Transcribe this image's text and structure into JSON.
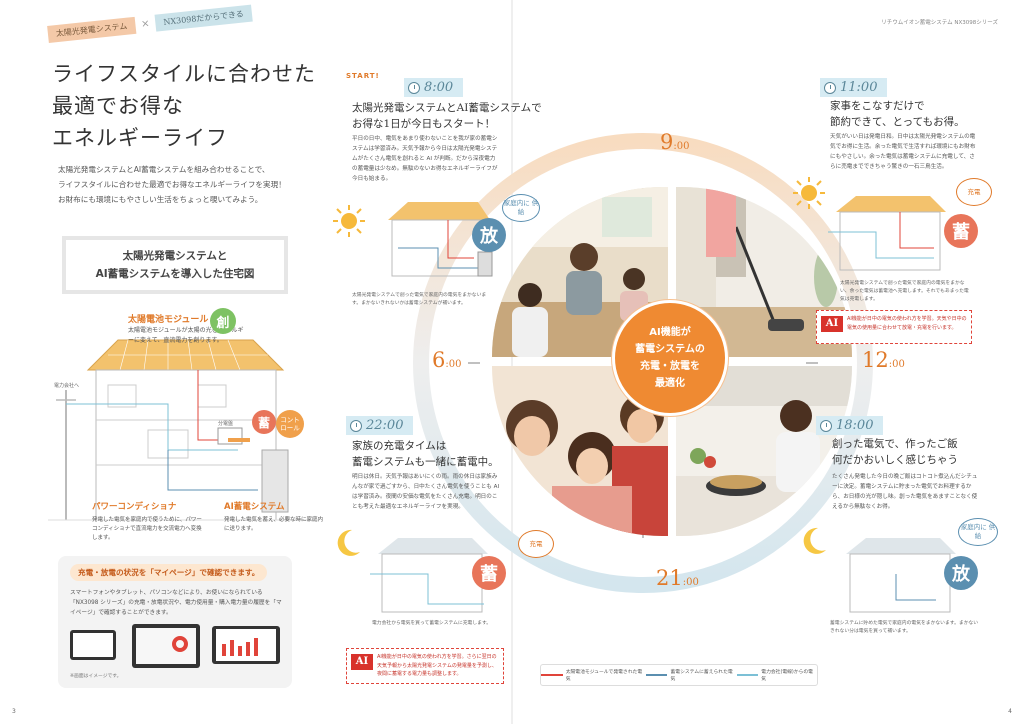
{
  "header": {
    "tag_solar": "太陽光発電システム",
    "tag_x": "×",
    "tag_nx": "NX3098だからできる",
    "series": "リチウムイオン蓄電システム NX3098シリーズ"
  },
  "left": {
    "title_lines": [
      "ライフスタイルに合わせた",
      "最適でお得な",
      "エネルギーライフ"
    ],
    "lead_lines": [
      "太陽光発電システムとAI蓄電システムを組み合わせることで、",
      "ライフスタイルに合わせた最適でお得なエネルギーライフを実現！",
      "お財布にも環境にもやさしい生活をちょっと覗いてみよう。"
    ],
    "house_box_lines": [
      "太陽光発電システムと",
      "AI蓄電システムを導入した住宅図"
    ],
    "diagram": {
      "solar_label": "太陽電池モジュール",
      "solar_desc": "太陽電池モジュールが太陽の光を エネルギーに変えて、直流電力を創ります。",
      "create_badge": "創",
      "store_badge": "蓄",
      "control_badge": "コント ロール",
      "utility_label": "電力会社へ",
      "distribution_label": "分電盤",
      "pc_label": "パワーコンディショナ",
      "pc_desc": "発電した電気を家庭内で使うために、パワーコンディショナで直流電力を交流電力へ変換します。",
      "ai_label": "AI蓄電システム",
      "ai_desc": "発電した電気を蓄え、必要な時に家庭内に送ります。"
    },
    "mypage": {
      "title": "充電・放電の状況を「マイページ」で確認できます。",
      "desc": "スマートフォンやタブレット、パソコンなどにより、お使いになられている「NX3098 シリーズ」の充電・放電状況や、電力使用量・購入電力量の履歴を「マイページ」で確認することができます。",
      "note": "※画面はイメージです。"
    },
    "page_number": "3"
  },
  "right": {
    "start": "START!",
    "hours": {
      "h9": "9",
      "h12": "12",
      "h21": "21",
      "h6": "6",
      "suffix": ":00"
    },
    "center_lines": [
      "AI機能が",
      "蓄電システムの",
      "充電・放電を",
      "最適化"
    ],
    "scenes": [
      {
        "time": "8:00",
        "title_lines": [
          "太陽光発電システムとAI蓄電システムで",
          "お得な1日が今日もスタート！"
        ],
        "body": "平日の日中、電気をあまり使わないことを我が家の蓄電システムは学習済み。天気予報から今日は太陽光発電システムがたくさん電気を創れると AI が判断。だから深夜電力の蓄電量は少なめ。無駄のないお得なエネルギーライフが今日も始まる。",
        "caption": "太陽光発電システムで創った電気で家庭内の電気をまかないます。まかないきれないかは蓄電システムが補います。",
        "bubble": "家庭内に 供給",
        "badge": "放"
      },
      {
        "time": "11:00",
        "title_lines": [
          "家事をこなすだけで",
          "節約できて、とってもお得。"
        ],
        "body": "天気がいい日は発電日和。日中は太陽光発電システムの電気でお得に生活。余った電気で生活すれば環境にもお財布にもやさしい。余った電気は蓄電システムに充電して、さらに売電までできちゃう驚きの一石三鳥生活。",
        "caption": "太陽光発電システムで創った電気で家庭内の電気をまかない、余った電気は蓄電池へ充電します。それでもあまった電気は売電します。",
        "bubble": "充電",
        "badge": "蓄",
        "ai_note": "AI機能が日中の電気の使われ方を学習。天気や日中の電気の使用量に合わせて放電・充電を行います。"
      },
      {
        "time": "22:00",
        "title_lines": [
          "家族の充電タイムは",
          "蓄電システムも一緒に蓄電中。"
        ],
        "body": "明日は休日。天気予報はあいにくの雨。雨の休日は家族みんなが家で過ごすから、日中たくさん電気を使うことも AI は学習済み。夜間の安価な電気をたくさん充電。明日のことも考えた最適なエネルギーライフを実現。",
        "caption": "電力会社から電気を買って蓄電システムに充電します。",
        "bubble": "充電",
        "badge": "蓄",
        "ai_note": "AI機能が日中の電気の使われ方を学習。さらに翌日の天気予報から太陽光発電システムの発電量を予測し、夜間に蓄電する電力量も調整します。"
      },
      {
        "time": "18:00",
        "title_lines": [
          "創った電気で、作ったご飯",
          "何だかおいしく感じちゃう"
        ],
        "body": "たくさん発電した今日の晩ご飯はコトコト煮込んだシチューに決定。蓄電システムに貯まった電気でお料理するから、お日様の光が隠し味。創った電気をあますことなく使えるから無駄なくお得。",
        "caption": "蓄電システムに貯めた電気で家庭内の電気をまかないます。まかないきれない分は電気を買って補います。",
        "bubble": "家庭内に 供給",
        "badge": "放"
      }
    ],
    "legend": [
      {
        "label": "太陽電池モジュールで発電された電気",
        "color": "#e0443a"
      },
      {
        "label": "蓄電システムに蓄えられた電気",
        "color": "#5b8fb0"
      },
      {
        "label": "電力会社(電線)からの電気",
        "color": "#7cc0d6"
      }
    ],
    "page_number": "4"
  }
}
